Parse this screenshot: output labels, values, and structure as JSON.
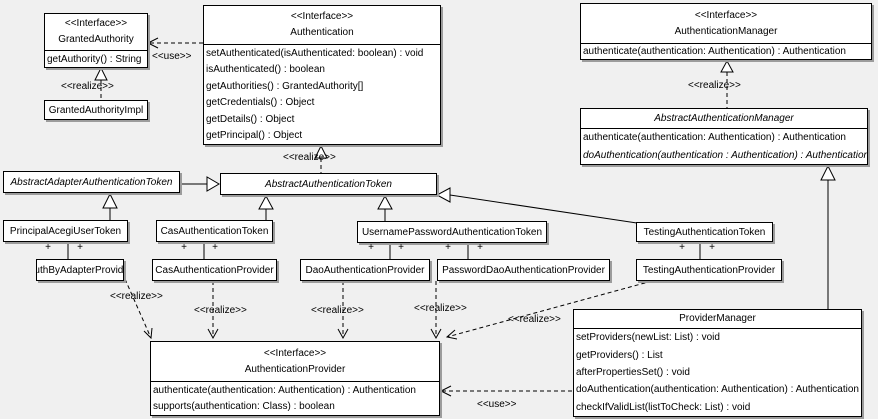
{
  "colors": {
    "background": "#f0f0f0",
    "box_fill": "#ffffff",
    "line": "#000000",
    "shadow": "#9c9c9c"
  },
  "labels": {
    "use": "<<use>>",
    "realize": "<<realize>>",
    "plus": "+"
  },
  "classes": {
    "granted_authority": {
      "stereotype": "<<Interface>>",
      "name": "GrantedAuthority",
      "methods": [
        "getAuthority() : String"
      ]
    },
    "granted_authority_impl": {
      "name": "GrantedAuthorityImpl"
    },
    "authentication": {
      "stereotype": "<<Interface>>",
      "name": "Authentication",
      "methods": [
        "setAuthenticated(isAuthenticated: boolean) : void",
        "isAuthenticated() : boolean",
        "getAuthorities() : GrantedAuthority[]",
        "getCredentials() : Object",
        "getDetails() : Object",
        "getPrincipal() : Object"
      ]
    },
    "authentication_manager": {
      "stereotype": "<<Interface>>",
      "name": "AuthenticationManager",
      "methods": [
        "authenticate(authentication: Authentication) : Authentication"
      ]
    },
    "abstract_authentication_manager": {
      "name": "AbstractAuthenticationManager",
      "methods": [
        "authenticate(authentication: Authentication) : Authentication",
        "doAuthentication(authentication : Authentication) : Authentication"
      ]
    },
    "abstract_adapter_authentication_token": {
      "name": "AbstractAdapterAuthenticationToken"
    },
    "abstract_authentication_token": {
      "name": "AbstractAuthenticationToken"
    },
    "principal_acegi_user_token": {
      "name": "PrincipalAcegiUserToken"
    },
    "cas_authentication_token": {
      "name": "CasAuthenticationToken"
    },
    "username_password_authentication_token": {
      "name": "UsernamePasswordAuthenticationToken"
    },
    "testing_authentication_token": {
      "name": "TestingAuthenticationToken"
    },
    "auth_by_adapter_provider": {
      "name": "AuthByAdapterProvider"
    },
    "cas_authentication_provider": {
      "name": "CasAuthenticationProvider"
    },
    "dao_authentication_provider": {
      "name": "DaoAuthenticationProvider"
    },
    "password_dao_authentication_provider": {
      "name": "PasswordDaoAuthenticationProvider"
    },
    "testing_authentication_provider": {
      "name": "TestingAuthenticationProvider"
    },
    "authentication_provider": {
      "stereotype": "<<Interface>>",
      "name": "AuthenticationProvider",
      "methods": [
        "authenticate(authentication: Authentication) : Authentication",
        "supports(authentication: Class) : boolean"
      ]
    },
    "provider_manager": {
      "name": "ProviderManager",
      "methods": [
        "setProviders(newList: List) : void",
        "getProviders() : List",
        "afterPropertiesSet() : void",
        "doAuthentication(authentication: Authentication) : Authentication",
        "checkIfValidList(listToCheck: List) : void"
      ]
    }
  }
}
